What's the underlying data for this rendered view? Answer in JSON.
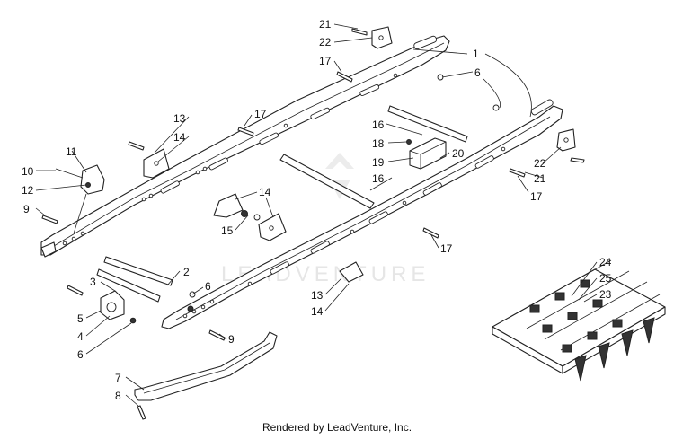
{
  "watermark": {
    "text": "LEADVENTURE"
  },
  "footer": {
    "text": "Rendered by LeadVenture, Inc."
  },
  "callouts": [
    {
      "id": "c21a",
      "text": "21"
    },
    {
      "id": "c22a",
      "text": "22"
    },
    {
      "id": "c1",
      "text": "1"
    },
    {
      "id": "c17a",
      "text": "17"
    },
    {
      "id": "c6a",
      "text": "6"
    },
    {
      "id": "c13a",
      "text": "13"
    },
    {
      "id": "c14a",
      "text": "14"
    },
    {
      "id": "c17b",
      "text": "17"
    },
    {
      "id": "c16a",
      "text": "16"
    },
    {
      "id": "c18",
      "text": "18"
    },
    {
      "id": "c19",
      "text": "19"
    },
    {
      "id": "c20",
      "text": "20"
    },
    {
      "id": "c11",
      "text": "11"
    },
    {
      "id": "c10",
      "text": "10"
    },
    {
      "id": "c12",
      "text": "12"
    },
    {
      "id": "c9a",
      "text": "9"
    },
    {
      "id": "c14b",
      "text": "14"
    },
    {
      "id": "c16b",
      "text": "16"
    },
    {
      "id": "c15",
      "text": "15"
    },
    {
      "id": "c22b",
      "text": "22"
    },
    {
      "id": "c21b",
      "text": "21"
    },
    {
      "id": "c17c",
      "text": "17"
    },
    {
      "id": "c17d",
      "text": "17"
    },
    {
      "id": "c2",
      "text": "2"
    },
    {
      "id": "c6b",
      "text": "6"
    },
    {
      "id": "c3",
      "text": "3"
    },
    {
      "id": "c13b",
      "text": "13"
    },
    {
      "id": "c14c",
      "text": "14"
    },
    {
      "id": "c5",
      "text": "5"
    },
    {
      "id": "c4",
      "text": "4"
    },
    {
      "id": "c6c",
      "text": "6"
    },
    {
      "id": "c9b",
      "text": "9"
    },
    {
      "id": "c7",
      "text": "7"
    },
    {
      "id": "c8",
      "text": "8"
    },
    {
      "id": "c24",
      "text": "24"
    },
    {
      "id": "c25",
      "text": "25"
    },
    {
      "id": "c23",
      "text": "23"
    }
  ]
}
